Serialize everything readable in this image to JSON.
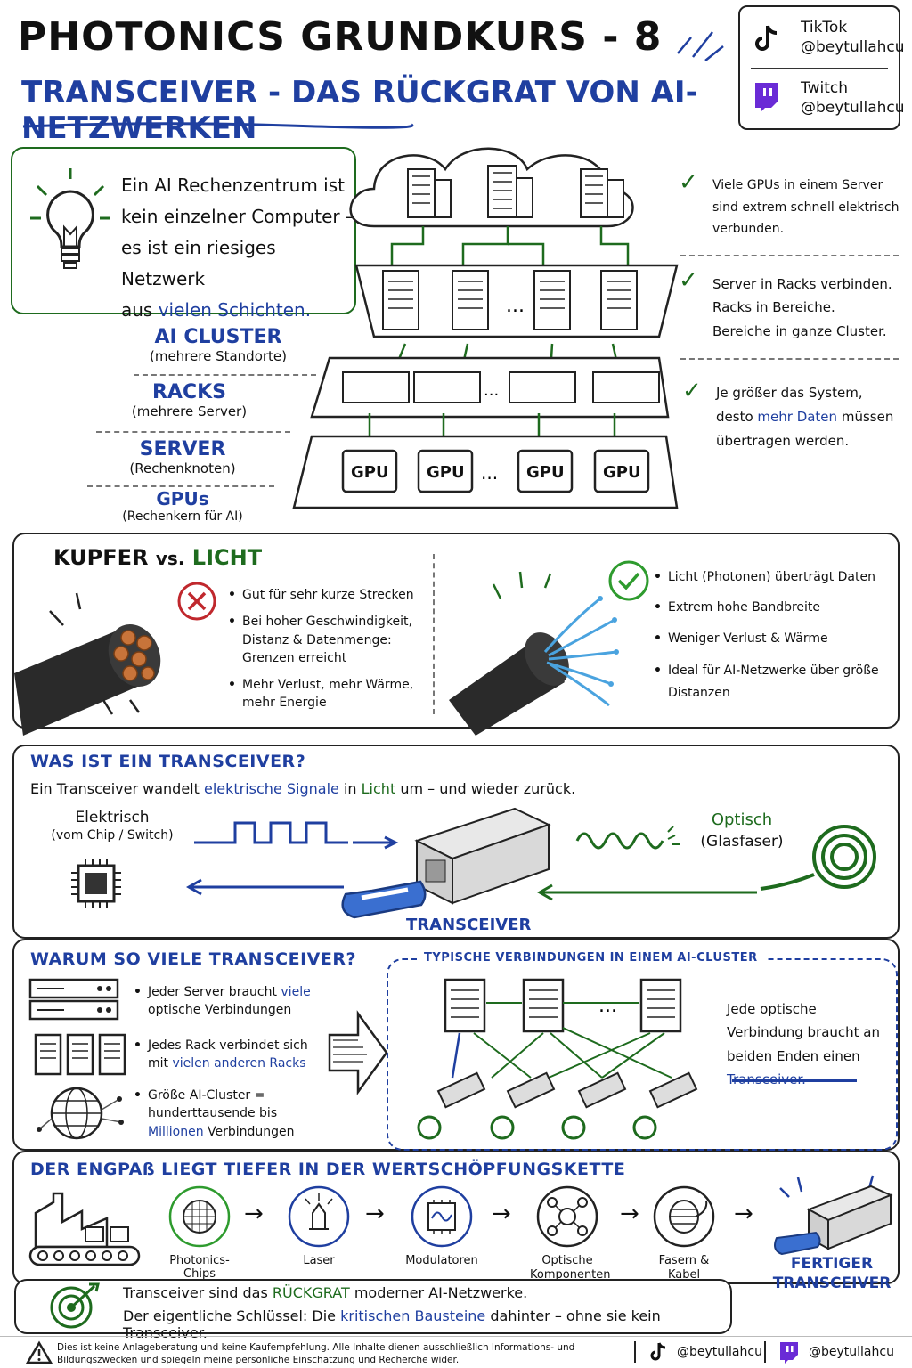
{
  "header": {
    "title": "PHOTONICS GRUNDKURS - 8",
    "subtitle": "TRANSCEIVER - DAS RÜCKGRAT VON AI-NETZWERKEN"
  },
  "social": {
    "tiktok_label": "TikTok",
    "tiktok_handle": "@beytullahcu",
    "twitch_label": "Twitch",
    "twitch_handle": "@beytullahcu"
  },
  "intro": {
    "line1": "Ein AI Rechenzentrum ist",
    "line2": "kein einzelner Computer –",
    "line3": "es ist ein riesiges Netzwerk",
    "line4_pre": "aus",
    "line4_hl": "vielen Schichten."
  },
  "layers": [
    {
      "name": "AI CLUSTER",
      "sub": "(mehrere Standorte)"
    },
    {
      "name": "RACKS",
      "sub": "(mehrere Server)"
    },
    {
      "name": "SERVER",
      "sub": "(Rechenknoten)"
    },
    {
      "name": "GPUs",
      "sub": "(Rechenkern für AI)"
    }
  ],
  "gpu_label": "GPU",
  "ellipsis": "...",
  "checks": {
    "c1": "Viele GPUs in einem Server sind extrem schnell elektrisch verbunden.",
    "c2a": "Server in Racks verbinden.",
    "c2b": "Racks in Bereiche.",
    "c2c": "Bereiche in ganze Cluster.",
    "c3_pre": "Je größer das System, desto",
    "c3_hl": "mehr Daten",
    "c3_post": "müssen übertragen werden."
  },
  "copper_light": {
    "kupfer": "KUPFER",
    "vs": "vs.",
    "licht": "LICHT",
    "copper_points": [
      "Gut für sehr kurze Strecken",
      "Bei hoher Geschwindigkeit, Distanz & Datenmenge: Grenzen erreicht",
      "Mehr Verlust, mehr Wärme, mehr Energie"
    ],
    "light_points": [
      "Licht (Photonen) überträgt Daten",
      "Extrem hohe Bandbreite",
      "Weniger Verlust & Wärme",
      "Ideal für AI-Netzwerke über größe Distanzen"
    ]
  },
  "what_is": {
    "heading": "WAS IST EIN TRANSCEIVER?",
    "sentence_pre": "Ein Transceiver wandelt",
    "sentence_hl1": "elektrische Signale",
    "sentence_mid": "in",
    "sentence_hl2": "Licht",
    "sentence_post": "um – und wieder zurück.",
    "elektrisch": "Elektrisch",
    "elektrisch_sub": "(vom Chip / Switch)",
    "optisch": "Optisch",
    "optisch_sub": "(Glasfaser)",
    "transceiver_label": "TRANSCEIVER"
  },
  "why_many": {
    "heading": "WARUM SO VIELE TRANSCEIVER?",
    "p1_pre": "Jeder Server braucht",
    "p1_hl": "viele",
    "p1_post": "optische Verbindungen",
    "p2_pre": "Jedes Rack verbindet sich mit",
    "p2_hl": "vielen anderen Racks",
    "p3_pre": "Größe AI-Cluster = hunderttausende bis",
    "p3_hl": "Millionen",
    "p3_post": "Verbindungen",
    "typical_heading": "TYPISCHE VERBINDUNGEN IN EINEM AI-CLUSTER",
    "note_pre": "Jede optische Verbindung braucht an beiden Enden einen",
    "note_hl": "Transceiver."
  },
  "value_chain": {
    "heading": "DER ENGPAß LIEGT TIEFER IN DER WERTSCHÖPFUNGSKETTE",
    "steps": [
      "Photonics-Chips",
      "Laser",
      "Modulatoren",
      "Optische Komponenten",
      "Fasern & Kabel"
    ],
    "final": "FERTIGER TRANSCEIVER"
  },
  "conclusion": {
    "l1_pre": "Transceiver sind das",
    "l1_hl": "RÜCKGRAT",
    "l1_post": "moderner AI-Netzwerke.",
    "l2_pre": "Der eigentliche Schlüssel: Die",
    "l2_hl": "kritischen Bausteine",
    "l2_post": "dahinter – ohne sie kein Transceiver."
  },
  "footer": {
    "disclaimer": "Dies ist keine Anlageberatung und keine Kaufempfehlung. Alle Inhalte dienen ausschließlich Informations- und Bildungszwecken und spiegeln meine persönliche Einschätzung und Recherche wider.",
    "tiktok_handle": "@beytullahcu",
    "twitch_handle": "@beytullahcu"
  }
}
